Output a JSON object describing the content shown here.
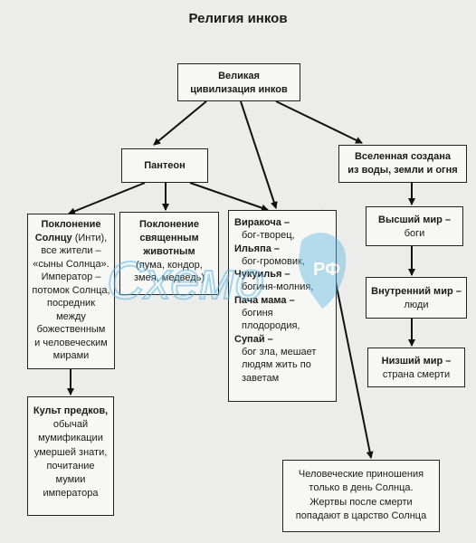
{
  "title": "Религия инков",
  "nodes": {
    "root": {
      "lines": [
        "Великая",
        "цивилизация инков"
      ]
    },
    "pantheon": {
      "lines": [
        "Пантеон"
      ]
    },
    "universe": {
      "lines": [
        "Вселенная создана",
        "из воды, земли и огня"
      ]
    },
    "sun": {
      "heading": [
        "Поклонение",
        "Солнцу"
      ],
      "heading_suffix": " (Инти),",
      "lines": [
        "все жители –",
        "«сыны Солнца».",
        "Император –",
        "потомок Солнца,",
        "посредник между",
        "божественным",
        "и человеческим",
        "мирами"
      ]
    },
    "animals": {
      "heading": [
        "Поклонение",
        "священным",
        "животным"
      ],
      "lines": [
        "(пума, кондор,",
        "змея, медведь)"
      ]
    },
    "gods": {
      "items": [
        {
          "name": "Виракоча –",
          "desc": "бог-творец,"
        },
        {
          "name": "Ильяпа –",
          "desc": "бог-громовик,"
        },
        {
          "name": "Чукуилья –",
          "desc": "богиня-молния,"
        },
        {
          "name": "Пача мама –",
          "desc": "богиня плодородия,"
        },
        {
          "name": "Супай –",
          "desc": "бог зла, мешает людям жить по заветам"
        }
      ]
    },
    "upper": {
      "bold": "Высший мир –",
      "text": "боги"
    },
    "inner": {
      "bold": "Внутренний мир –",
      "text": "люди"
    },
    "lower": {
      "bold": "Низший мир –",
      "text": "страна смерти"
    },
    "ancestors": {
      "heading": "Культ предков,",
      "lines": [
        "обычай",
        "мумификации",
        "умершей знати,",
        "почитание",
        "мумии",
        "императора"
      ]
    },
    "sacrifice": {
      "lines": [
        "Человеческие приношения",
        "только в день Солнца.",
        "Жертвы после смерти",
        "попадают в царство Солнца"
      ]
    }
  },
  "watermark": {
    "text": "Схемо",
    "suffix": "РФ",
    "color": "#5fb8e0"
  }
}
